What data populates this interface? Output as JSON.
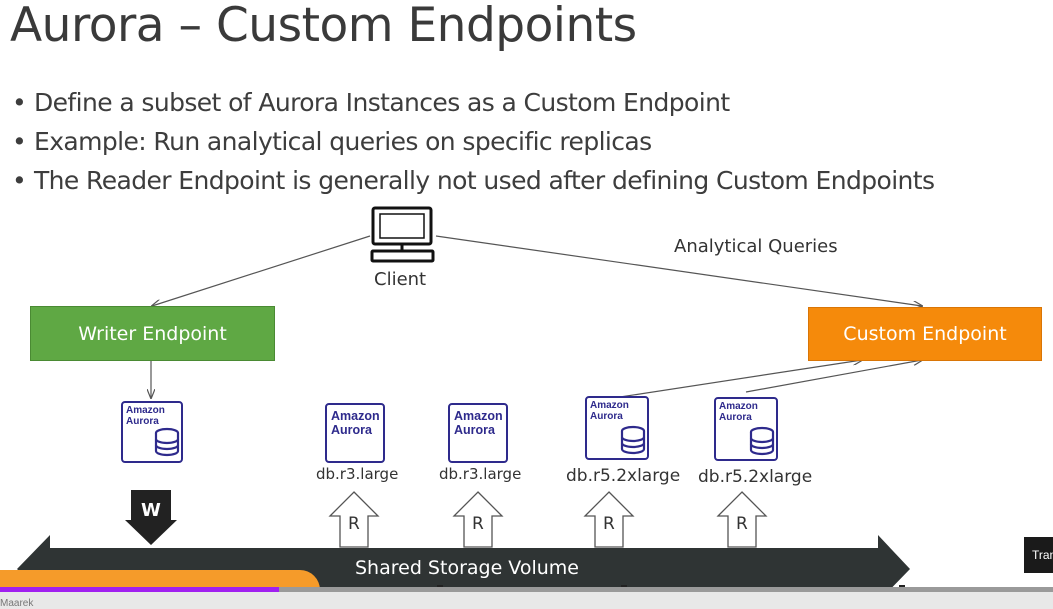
{
  "slide": {
    "title": "Aurora – Custom Endpoints",
    "bullets": [
      "Define a subset of Aurora Instances as a Custom Endpoint",
      "Example: Run analytical queries on specific replicas",
      "The Reader Endpoint is generally not used after defining Custom Endpoints"
    ]
  },
  "diagram": {
    "client_label": "Client",
    "analytical_label": "Analytical Queries",
    "writer_endpoint": "Writer Endpoint",
    "custom_endpoint": "Custom Endpoint",
    "aurora_text": "Amazon\nAurora",
    "aurora_line1": "Amazon",
    "aurora_line2": "Aurora",
    "instances": [
      {
        "label": "",
        "role": "W"
      },
      {
        "label": "db.r3.large",
        "role": "R"
      },
      {
        "label": "db.r3.large",
        "role": "R"
      },
      {
        "label": "db.r5.2xlarge",
        "role": "R"
      },
      {
        "label": "db.r5.2xlarge",
        "role": "R"
      }
    ],
    "storage_label": "Shared Storage Volume"
  },
  "player": {
    "transcript_button": "Tran",
    "progress_fraction": 0.265,
    "watermark": "Maarek"
  },
  "colors": {
    "writer": "#5fa844",
    "custom": "#f58a0b",
    "aurora": "#2e2a8c",
    "storage": "#2f3434",
    "progress": "#a020f0"
  }
}
